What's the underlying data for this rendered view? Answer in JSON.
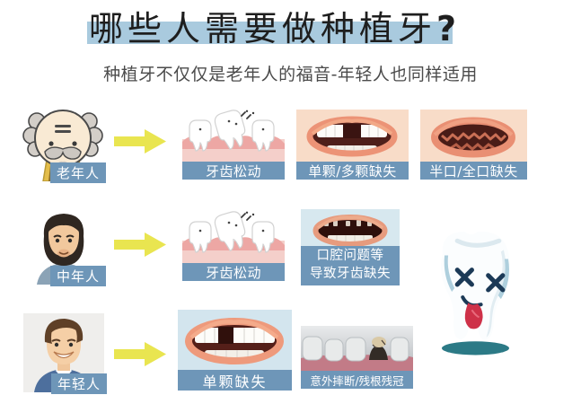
{
  "header": {
    "title": "哪些人需要做种植牙",
    "question_mark": "?",
    "subtitle": "种植牙不仅仅是老年人的福音-年轻人也同样适用",
    "highlight_color": "#9dc3da"
  },
  "colors": {
    "label_band": "#6e96b8",
    "arrow": "#e9e550",
    "card_peach": "#f8dcc8",
    "card_light_blue": "#d5e6ee",
    "gum_pink": "#f3cdc9",
    "mouth_dark": "#4f1f1a",
    "tooth_shadow_teal": "#2c7a86"
  },
  "rows": [
    {
      "person": {
        "label": "老年人",
        "icon": "elderly-man-avatar"
      },
      "arrow_icon": "right-arrow",
      "cards": [
        {
          "label": "牙齿松动",
          "icon": "loose-teeth-illustration"
        },
        {
          "label": "单颗/多颗缺失",
          "icon": "mouth-missing-several-teeth"
        },
        {
          "label": "半口/全口缺失",
          "icon": "mouth-missing-all-teeth"
        }
      ]
    },
    {
      "person": {
        "label": "中年人",
        "icon": "middle-aged-man-avatar"
      },
      "arrow_icon": "right-arrow",
      "cards": [
        {
          "label": "牙齿松动",
          "icon": "loose-teeth-illustration"
        },
        {
          "label_lines": [
            "口腔问题等",
            "导致牙齿缺失"
          ],
          "icon": "mouth-decayed-teeth"
        }
      ],
      "mascot_icon": "sick-tooth-cartoon"
    },
    {
      "person": {
        "label": "年轻人",
        "icon": "young-man-avatar"
      },
      "arrow_icon": "right-arrow",
      "cards": [
        {
          "label": "单颗缺失",
          "icon": "mouth-missing-one-tooth"
        },
        {
          "label": "意外摔断/残根残冠",
          "icon": "broken-tooth-teeth-row"
        }
      ]
    }
  ]
}
